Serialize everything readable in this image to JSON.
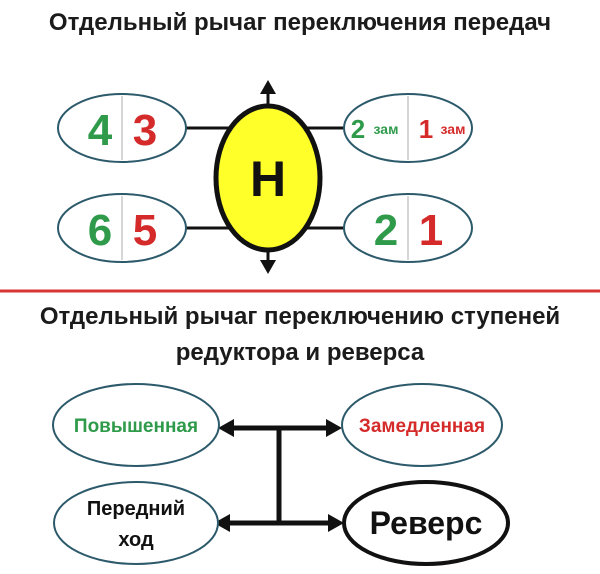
{
  "colors": {
    "green": "#2e9a4a",
    "red": "#d42a2a",
    "black": "#111111",
    "hub": "#ffff2a",
    "divider": "#d83434",
    "oval_stroke": "#2c5a6b"
  },
  "top": {
    "title": "Отдельный рычаг переключения передач",
    "hub_label": "Н",
    "gears": {
      "top_left": {
        "left": "4",
        "right": "3"
      },
      "bottom_left": {
        "left": "6",
        "right": "5"
      },
      "top_right": {
        "left": "2",
        "left_sub": "зам",
        "right": "1",
        "right_sub": "зам"
      },
      "bottom_right": {
        "left": "2",
        "right": "1"
      }
    }
  },
  "bottom": {
    "title_line1": "Отдельный рычаг переключению ступеней",
    "title_line2": "редуктора и реверса",
    "nodes": {
      "high": "Повышенная",
      "low": "Замедленная",
      "forward_line1": "Передний",
      "forward_line2": "ход",
      "reverse": "Реверс"
    }
  }
}
